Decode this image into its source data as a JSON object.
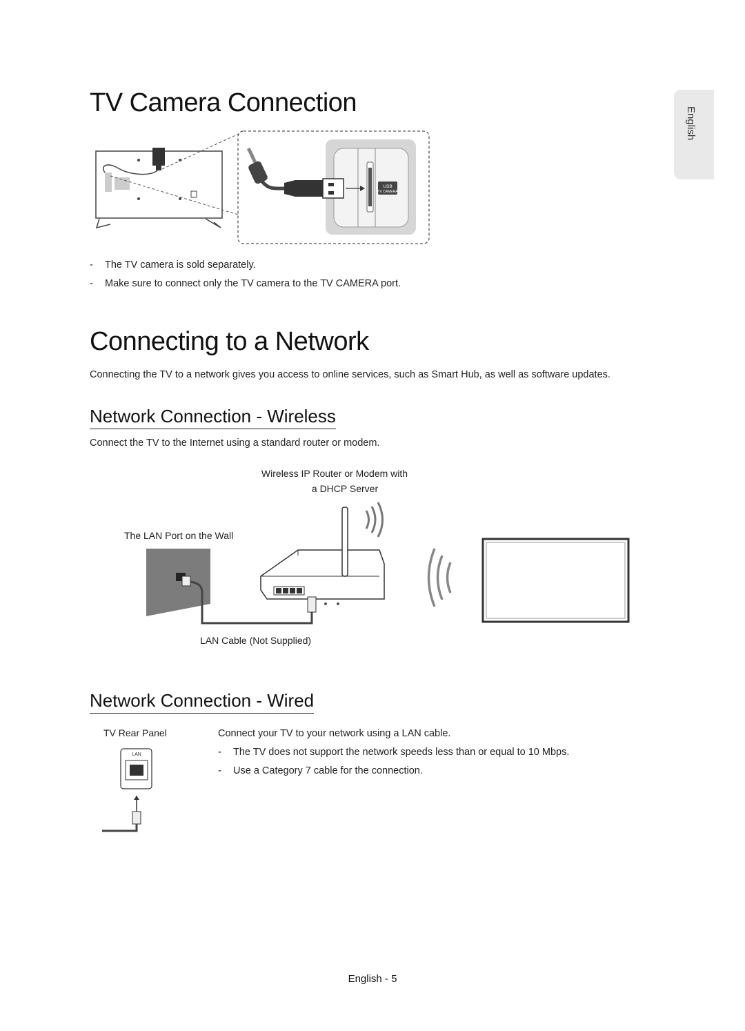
{
  "side_tab": {
    "label": "English"
  },
  "camera": {
    "title": "TV Camera Connection",
    "notes": [
      "The TV camera is sold separately.",
      "Make sure to connect only the TV camera to the TV CAMERA port."
    ],
    "port_labels": {
      "usb": "USB",
      "camera": "TV CAMERA"
    }
  },
  "network": {
    "title": "Connecting to a Network",
    "intro": "Connecting the TV to a network gives you access to online services, such as Smart Hub, as well as software updates."
  },
  "wireless": {
    "title": "Network Connection - Wireless",
    "intro": "Connect the TV to the Internet using a standard router or modem.",
    "router_label_line1": "Wireless IP Router or Modem with",
    "router_label_line2": "a DHCP Server",
    "wall_label": "The LAN Port on the Wall",
    "cable_label": "LAN Cable (Not Supplied)"
  },
  "wired": {
    "title": "Network Connection - Wired",
    "panel_label": "TV Rear Panel",
    "port_label": "LAN",
    "intro": "Connect your TV to your network using a LAN cable.",
    "notes": [
      "The TV does not support the network speeds less than or equal to 10 Mbps.",
      "Use a Category 7 cable for the connection."
    ]
  },
  "footer": {
    "page_label": "English - 5"
  },
  "dash": "-"
}
